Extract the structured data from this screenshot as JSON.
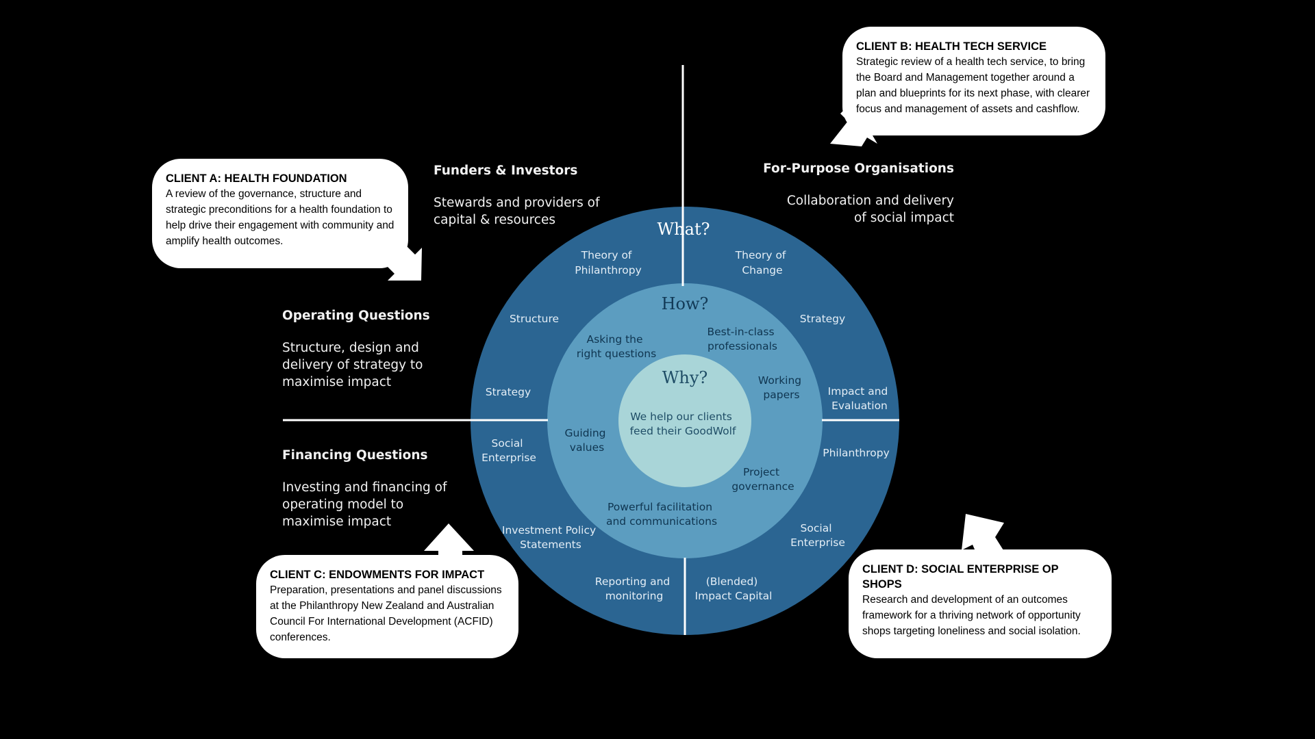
{
  "quadrants": {
    "funders": {
      "title": "Funders & Investors",
      "line1": "Stewards and providers of",
      "line2": "capital & resources"
    },
    "for_purpose": {
      "title": "For-Purpose Organisations",
      "line1": "Collaboration and delivery",
      "line2": "of social impact"
    },
    "operating": {
      "title": "Operating Questions",
      "line1": "Structure, design and",
      "line2": "delivery of strategy to",
      "line3": "maximise impact"
    },
    "financing": {
      "title": "Financing Questions",
      "line1": "Investing and financing of",
      "line2": "operating model to",
      "line3": "maximise impact"
    }
  },
  "circle": {
    "what_title": "What?",
    "how_title": "How?",
    "why_title": "Why?",
    "core_line1": "We help our clients",
    "core_line2": "feed their GoodWolf",
    "outer": [
      {
        "id": "theory-of-philanthropy",
        "line1": "Theory of",
        "line2": "Philanthropy"
      },
      {
        "id": "theory-of-change",
        "line1": "Theory of",
        "line2": "Change"
      },
      {
        "id": "structure",
        "line1": "Structure",
        "line2": ""
      },
      {
        "id": "strategy-right",
        "line1": "Strategy",
        "line2": ""
      },
      {
        "id": "strategy-left",
        "line1": "Strategy",
        "line2": ""
      },
      {
        "id": "impact-evaluation",
        "line1": "Impact and",
        "line2": "Evaluation"
      },
      {
        "id": "social-enterprise-left",
        "line1": "Social",
        "line2": "Enterprise"
      },
      {
        "id": "philanthropy",
        "line1": "Philanthropy",
        "line2": ""
      },
      {
        "id": "investment-policy",
        "line1": "Investment Policy",
        "line2": "Statements"
      },
      {
        "id": "social-enterprise-right",
        "line1": "Social",
        "line2": "Enterprise"
      },
      {
        "id": "reporting-monitoring",
        "line1": "Reporting and",
        "line2": "monitoring"
      },
      {
        "id": "blended-impact-capital",
        "line1": "(Blended)",
        "line2": "Impact Capital"
      }
    ],
    "middle": [
      {
        "id": "asking-questions",
        "line1": "Asking the",
        "line2": "right questions"
      },
      {
        "id": "best-in-class",
        "line1": "Best-in-class",
        "line2": "professionals"
      },
      {
        "id": "working-papers",
        "line1": "Working",
        "line2": "papers"
      },
      {
        "id": "guiding-values",
        "line1": "Guiding",
        "line2": "values"
      },
      {
        "id": "project-governance",
        "line1": "Project",
        "line2": "governance"
      },
      {
        "id": "facilitation",
        "line1": "Powerful facilitation",
        "line2": "and communications"
      }
    ]
  },
  "callouts": {
    "client_a": {
      "title": "CLIENT A: HEALTH FOUNDATION",
      "body": "A review of the governance, structure and strategic preconditions for a health foundation to help drive their engagement with community and amplify health outcomes."
    },
    "client_b": {
      "title": "CLIENT B: HEALTH TECH SERVICE",
      "body": "Strategic review of a health tech service, to bring the Board and Management together around a plan and blueprints for its next phase, with clearer focus and management of assets and cashflow."
    },
    "client_c": {
      "title": "CLIENT C: ENDOWMENTS FOR IMPACT",
      "body": "Preparation, presentations and panel discussions at the Philanthropy New Zealand and Australian Council For International Development (ACFID) conferences."
    },
    "client_d": {
      "title": "CLIENT D: SOCIAL ENTERPRISE OP SHOPS",
      "body": "Research and development of an outcomes framework for a thriving network of opportunity shops targeting loneliness and social isolation."
    }
  },
  "colors": {
    "background": "#000000",
    "outer_ring": "#2b6592",
    "middle_ring": "#5c9dc0",
    "core": "#a9d5d8",
    "callout": "#ffffff"
  }
}
